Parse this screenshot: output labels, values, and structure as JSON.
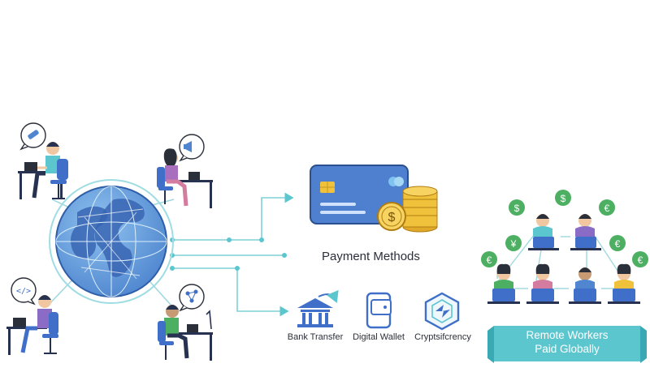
{
  "diagram": {
    "payment_methods_title": "Payment Methods",
    "methods": [
      {
        "label": "Bank Transfer",
        "icon": "bank-icon"
      },
      {
        "label": "Digital Wallet",
        "icon": "digital-wallet-icon"
      },
      {
        "label": "Cryptsifcrency",
        "icon": "cryptocurrency-icon"
      }
    ],
    "banner_line1": "Remote Workers",
    "banner_line2": "Paid Globally",
    "currency_symbols": [
      "$",
      "$",
      "€",
      "¥",
      "€",
      "€",
      "€"
    ]
  },
  "colors": {
    "teal": "#5cc6cf",
    "blue": "#3f6fc8",
    "gold": "#f0c23b",
    "green": "#4caf62",
    "navy": "#26324f"
  }
}
